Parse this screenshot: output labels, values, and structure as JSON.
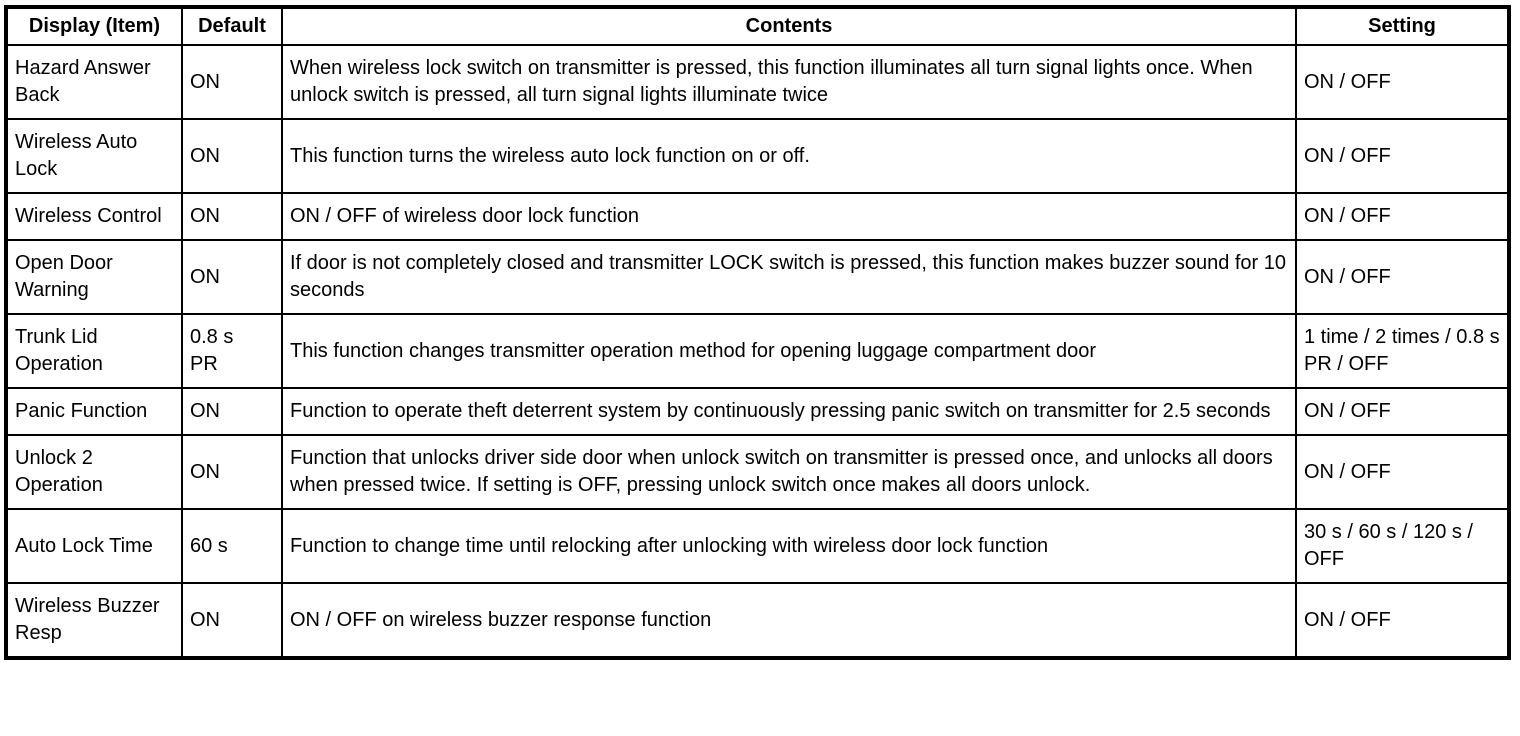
{
  "colors": {
    "border": "#000000",
    "background": "#ffffff",
    "text": "#000000"
  },
  "table": {
    "headers": {
      "item": "Display (Item)",
      "default": "Default",
      "contents": "Contents",
      "setting": "Setting"
    },
    "rows": [
      {
        "item": "Hazard Answer Back",
        "default": "ON",
        "contents": "When wireless lock switch on transmitter is pressed, this function illuminates all turn signal lights once. When unlock switch is pressed, all turn signal lights illuminate twice",
        "setting": "ON / OFF"
      },
      {
        "item": "Wireless Auto Lock",
        "default": "ON",
        "contents": "This function turns the wireless auto lock function on or off.",
        "setting": "ON / OFF"
      },
      {
        "item": "Wireless Control",
        "default": "ON",
        "contents": "ON / OFF of wireless door lock function",
        "setting": "ON / OFF"
      },
      {
        "item": "Open Door Warning",
        "default": "ON",
        "contents": "If door is not completely closed and transmitter LOCK switch is pressed, this function makes buzzer sound for 10 seconds",
        "setting": "ON / OFF"
      },
      {
        "item": "Trunk Lid Operation",
        "default": "0.8 s\nPR",
        "contents": "This function changes transmitter operation method for opening luggage compartment door",
        "setting": "1 time / 2 times / 0.8 s PR / OFF"
      },
      {
        "item": "Panic Function",
        "default": "ON",
        "contents": "Function to operate theft deterrent system by continuously pressing panic switch on transmitter for 2.5 seconds",
        "setting": "ON / OFF"
      },
      {
        "item": "Unlock 2 Operation",
        "default": "ON",
        "contents": "Function that unlocks driver side door when unlock switch on transmitter is pressed once, and unlocks all doors when pressed twice. If setting is OFF, pressing unlock switch once makes all doors unlock.",
        "setting": "ON / OFF"
      },
      {
        "item": "Auto Lock Time",
        "default": "60 s",
        "contents": "Function to change time until relocking after unlocking with wireless door lock function",
        "setting": "30 s / 60 s / 120 s / OFF"
      },
      {
        "item": "Wireless Buzzer Resp",
        "default": "ON",
        "contents": "ON / OFF on wireless buzzer response function",
        "setting": "ON / OFF"
      }
    ]
  }
}
